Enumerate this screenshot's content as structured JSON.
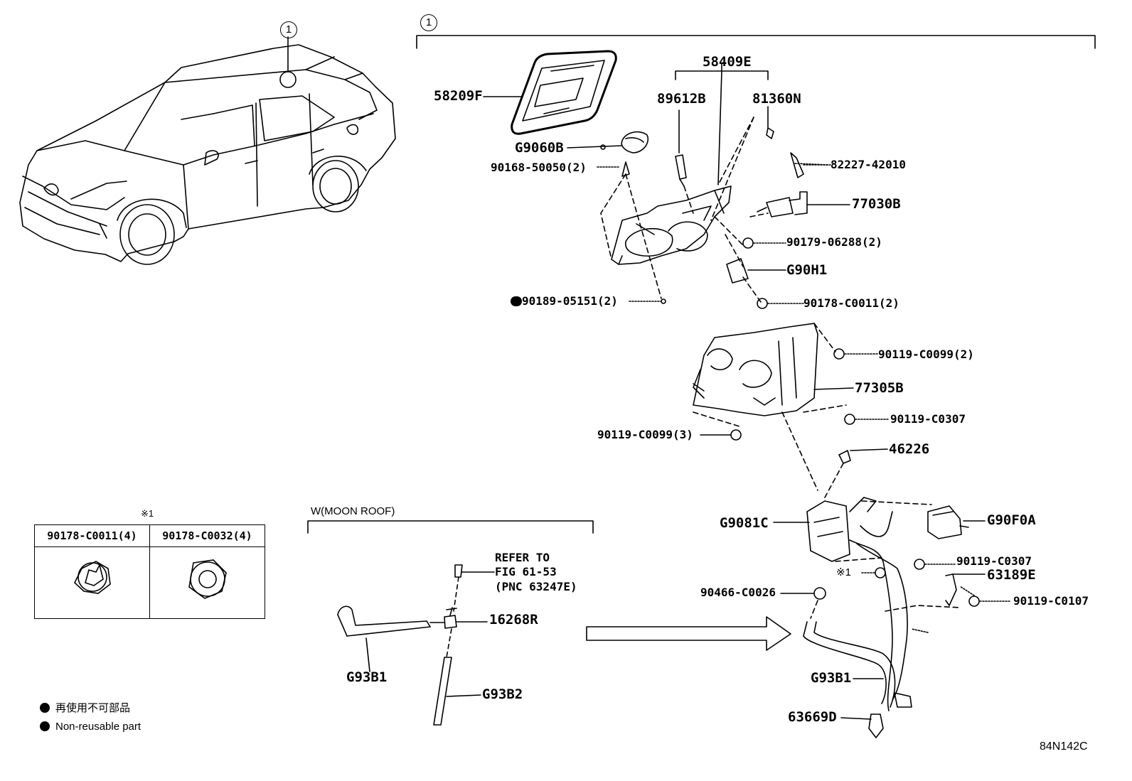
{
  "labels": {
    "p58409E": "58409E",
    "p58209F": "58209F",
    "p89612B": "89612B",
    "p81360N": "81360N",
    "pG9060B": "G9060B",
    "p90168": "90168-50050(2)",
    "p82227": "82227-42010",
    "p77030B": "77030B",
    "p90179": "90179-06288(2)",
    "pG90H1": "G90H1",
    "p90189": "90189-05151(2)",
    "p90178": "90178-C0011(2)",
    "p90119a": "90119-C0099(2)",
    "p77305B": "77305B",
    "p90119b": "90119-C0307",
    "p90119c": "90119-C0099(3)",
    "p46226": "46226",
    "pG9081C": "G9081C",
    "pG90F0A": "G90F0A",
    "p90119d": "90119-C0307",
    "p63189E": "63189E",
    "pNote1": "※1",
    "p90466": "90466-C0026",
    "p90119e": "90119-C0107",
    "pG93B1r": "G93B1",
    "p63669D": "63669D",
    "pRefer1": "REFER TO",
    "pRefer2": "FIG 61-53",
    "pRefer3": "(PNC 63247E)",
    "p16268R": "16268R",
    "pG93B1l": "G93B1",
    "pG93B2": "G93B2"
  },
  "callout_num": "1",
  "moon_roof_title": "W(MOON ROOF)",
  "note_table": {
    "mark": "※1",
    "headers": [
      "90178-C0011(4)",
      "90178-C0032(4)"
    ]
  },
  "legend": {
    "jp": "再使用不可部品",
    "en": "Non-reusable part"
  },
  "figure_code": "84N142C"
}
